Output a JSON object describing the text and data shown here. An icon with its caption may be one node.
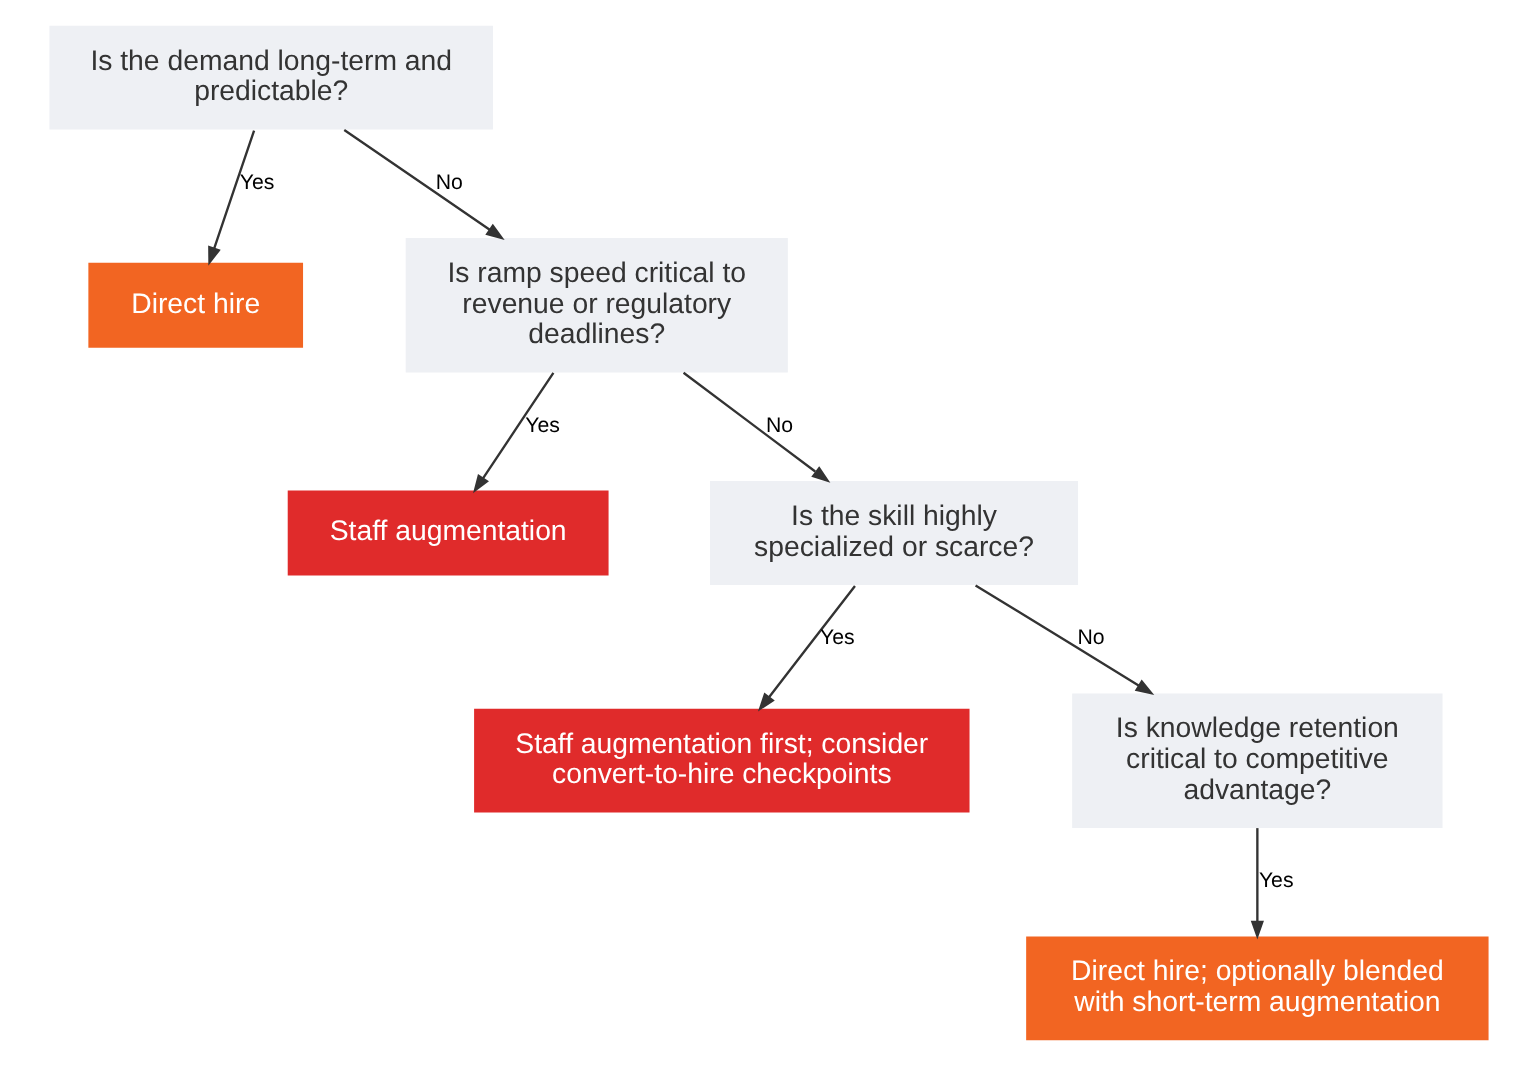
{
  "diagram": {
    "nodes": [
      {
        "text": [
          "Is the demand long-term and predictable?"
        ]
      },
      {
        "text": [
          "Direct hire"
        ]
      },
      {
        "text": [
          "Is ramp speed critical to revenue or regulatory deadlines?"
        ]
      },
      {
        "text": [
          "Staff augmentation"
        ]
      },
      {
        "text": [
          "Is the skill highly specialized or scarce?"
        ]
      },
      {
        "text": [
          "Staff augmentation first; consider convert-to-hire checkpoints"
        ]
      },
      {
        "text": [
          "Is knowledge retention critical to competitive advantage?"
        ]
      },
      {
        "text": [
          "Direct hire; optionally blended with short-term augmentation"
        ]
      }
    ],
    "edges": [
      {
        "from": 0,
        "to": 2,
        "arrow": "to",
        "label": "No"
      },
      {
        "from": 0,
        "to": 1,
        "arrow": "to",
        "label": "Yes"
      },
      {
        "from": 2,
        "to": 4,
        "arrow": "to",
        "label": "No"
      },
      {
        "from": 2,
        "to": 3,
        "arrow": "to",
        "label": "Yes"
      },
      {
        "from": 4,
        "to": 6,
        "arrow": "to",
        "label": "No"
      },
      {
        "from": 4,
        "to": 5,
        "arrow": "to",
        "label": "Yes"
      },
      {
        "from": 6,
        "to": 7,
        "arrow": "to",
        "label": "Yes"
      }
    ]
  }
}
